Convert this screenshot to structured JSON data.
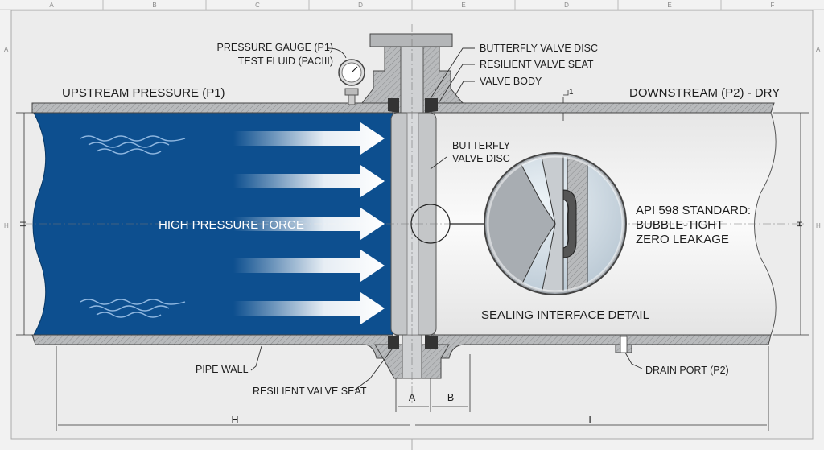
{
  "frame": {
    "top_zones": [
      "A",
      "B",
      "C",
      "D",
      "E",
      "D",
      "E",
      "F"
    ],
    "side_left": [
      "A",
      "H"
    ],
    "side_right": [
      "A",
      "H"
    ]
  },
  "labels": {
    "upstream": "UPSTREAM PRESSURE (P1)",
    "downstream": "DOWNSTREAM (P2) - DRY",
    "gauge_line1": "PRESSURE GAUGE (P1)",
    "gauge_line2": "TEST FLUID (PACIII)",
    "disc_top": "BUTTERFLY VALVE DISC",
    "seat_top": "RESILIENT VALVE SEAT",
    "body": "VALVE BODY",
    "wall_thickness": "1",
    "disc_mid_line1": "BUTTERFLY",
    "disc_mid_line2": "VALVE DISC",
    "force": "HIGH PRESSURE FORCE",
    "standard_line1": "API 598 STANDARD:",
    "standard_line2": "BUBBLE-TIGHT",
    "standard_line3": "ZERO LEAKAGE",
    "detail": "SEALING INTERFACE DETAIL",
    "pipe_wall": "PIPE WALL",
    "seat_bottom": "RESILIENT VALVE SEAT",
    "drain": "DRAIN PORT (P2)"
  },
  "dimensions": {
    "a": "A",
    "b": "B",
    "h_bottom": "H",
    "l": "L",
    "h_left": "H",
    "h_right": "H"
  },
  "colors": {
    "fluid": "#0d4f8f",
    "metal": "#b4b6b8",
    "background": "#f2f2f2"
  }
}
